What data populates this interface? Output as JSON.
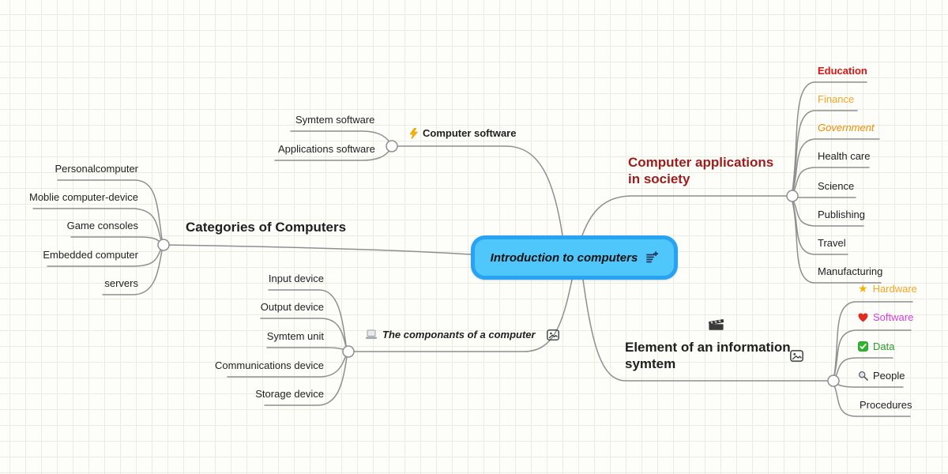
{
  "canvas": {
    "background": "#fdfdfa",
    "grid_color": "#e9ecdf",
    "connector_color": "#8f8f8f"
  },
  "root": {
    "label": "Introduction to computers",
    "fill": "#4fc7fa",
    "border": "#28a2f3",
    "note_icon": "note-add-icon"
  },
  "branches": [
    {
      "id": "software",
      "label": "Computer software",
      "icon": "lightning-icon",
      "color": "#1f1f1f",
      "children": [
        {
          "label": "Symtem software",
          "color": "#1f1f1f"
        },
        {
          "label": "Applications software",
          "color": "#1f1f1f"
        }
      ]
    },
    {
      "id": "applications",
      "label": "Computer applications in society",
      "color": "#9e1c1c",
      "children": [
        {
          "label": "Education",
          "color": "#e01212",
          "style": "bold"
        },
        {
          "label": "Finance",
          "color": "#f5a623"
        },
        {
          "label": "Government",
          "color": "#ef8b00",
          "style": "italic"
        },
        {
          "label": "Health care",
          "color": "#1f1f1f"
        },
        {
          "label": "Science",
          "color": "#1f1f1f"
        },
        {
          "label": "Publishing",
          "color": "#1f1f1f"
        },
        {
          "label": "Travel",
          "color": "#1f1f1f"
        },
        {
          "label": "Manufacturing",
          "color": "#1f1f1f"
        }
      ]
    },
    {
      "id": "categories",
      "label": "Categories of Computers",
      "color": "#1f1f1f",
      "children": [
        {
          "label": "Personalcomputer",
          "color": "#1f1f1f"
        },
        {
          "label": "Moblie computer-device",
          "color": "#1f1f1f"
        },
        {
          "label": "Game consoles",
          "color": "#1f1f1f"
        },
        {
          "label": "Embedded computer",
          "color": "#1f1f1f"
        },
        {
          "label": "servers",
          "color": "#1f1f1f"
        }
      ]
    },
    {
      "id": "components",
      "label": "The componants of a computer",
      "icon": "laptop-icon",
      "attachment_icon": "image-icon",
      "color": "#1f1f1f",
      "children": [
        {
          "label": "Input device",
          "color": "#1f1f1f"
        },
        {
          "label": "Output device",
          "color": "#1f1f1f"
        },
        {
          "label": "Symtem unit",
          "color": "#1f1f1f"
        },
        {
          "label": "Communications device",
          "color": "#1f1f1f"
        },
        {
          "label": "Storage device",
          "color": "#1f1f1f"
        }
      ]
    },
    {
      "id": "elements",
      "label": "Element of an information symtem",
      "icon": "clapperboard-icon",
      "attachment_icon": "image-icon",
      "color": "#1f1f1f",
      "children": [
        {
          "label": "Hardware",
          "icon": "star-icon",
          "color": "#f5a623"
        },
        {
          "label": "Software",
          "icon": "heart-icon",
          "color": "#d63ce0"
        },
        {
          "label": "Data",
          "icon": "checkbox-icon",
          "color": "#2a9c2a"
        },
        {
          "label": "People",
          "icon": "magnifier-icon",
          "color": "#1f1f1f"
        },
        {
          "label": "Procedures",
          "color": "#1f1f1f"
        }
      ]
    }
  ]
}
